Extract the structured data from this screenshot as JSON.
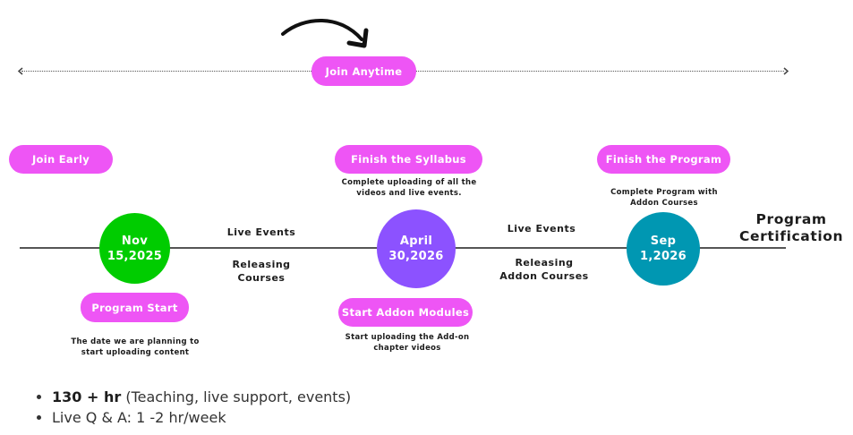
{
  "top_range": {
    "label": "Join Anytime",
    "arrow_icon": "curved-arrow-down-right"
  },
  "milestones": [
    {
      "tag": "Join Early",
      "date_line1": "Nov",
      "date_line2": "15,2025",
      "color": "#00cc00",
      "label": "Program Start",
      "description_line1": "The date we are planning to",
      "description_line2": "start uploading content"
    },
    {
      "tag": "Finish the Syllabus",
      "tag_description_line1": "Complete uploading of all the",
      "tag_description_line2": "videos and live events.",
      "date_line1": "April",
      "date_line2": "30,2026",
      "color": "#8c52ff",
      "label": "Start Addon Modules",
      "description_line1": "Start uploading the Add-on",
      "description_line2": "chapter videos"
    },
    {
      "tag": "Finish the Program",
      "tag_description_line1": "Complete Program with",
      "tag_description_line2": "Addon Courses",
      "date_line1": "Sep",
      "date_line2": "1,2026",
      "color": "#0097b2"
    }
  ],
  "segments": [
    {
      "above": "Live Events",
      "below_line1": "Releasing",
      "below_line2": "Courses"
    },
    {
      "above": "Live Events",
      "below_line1": "Releasing",
      "below_line2": "Addon Courses"
    }
  ],
  "end_label": {
    "line1": "Program",
    "line2": "Certification"
  },
  "notes": [
    {
      "bold": "130 + hr",
      "text": " (Teaching, live support, events)"
    },
    {
      "bold": "",
      "text": "Live Q & A: 1 -2 hr/week"
    }
  ],
  "colors": {
    "pill": "#ee55f5",
    "line": "#555555"
  }
}
